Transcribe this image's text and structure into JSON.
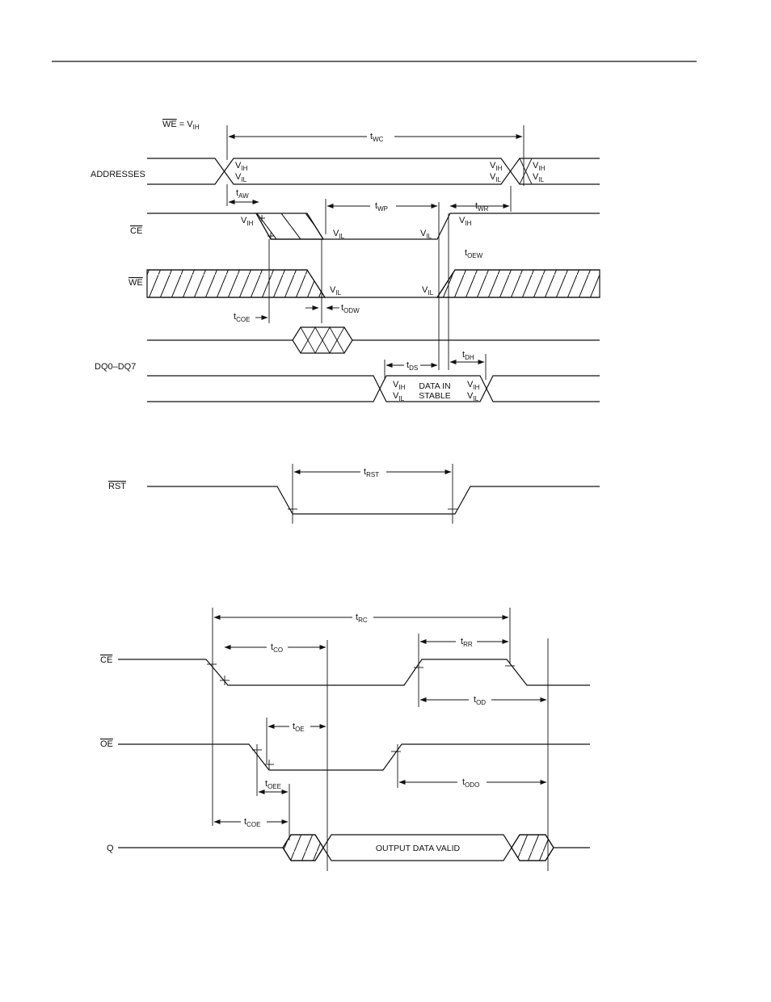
{
  "write_cycle": {
    "condition": {
      "main": "WE",
      "eq": " = V",
      "sub": "IH"
    },
    "signals": {
      "addresses": "ADDRESSES",
      "ce": "CE",
      "we": "WE",
      "dq": "DQ0–DQ7"
    },
    "timing": {
      "twc": {
        "main": "t",
        "sub": "WC"
      },
      "taw": {
        "main": "t",
        "sub": "AW"
      },
      "twp": {
        "main": "t",
        "sub": "WP"
      },
      "twr": {
        "main": "t",
        "sub": "WR"
      },
      "toew": {
        "main": "t",
        "sub": "OEW"
      },
      "tcoe": {
        "main": "t",
        "sub": "COE"
      },
      "todw": {
        "main": "t",
        "sub": "ODW"
      },
      "tds": {
        "main": "t",
        "sub": "DS"
      },
      "tdh": {
        "main": "t",
        "sub": "DH"
      }
    },
    "levels": {
      "vih": {
        "main": "V",
        "sub": "IH"
      },
      "vil": {
        "main": "V",
        "sub": "IL"
      }
    },
    "data_in_line1": "DATA IN",
    "data_in_line2": "STABLE"
  },
  "reset": {
    "signal": "RST",
    "trst": {
      "main": "t",
      "sub": "RST"
    }
  },
  "read_cycle": {
    "signals": {
      "ce": "CE",
      "oe": "OE",
      "q": "Q"
    },
    "timing": {
      "trc": {
        "main": "t",
        "sub": "RC"
      },
      "tco": {
        "main": "t",
        "sub": "CO"
      },
      "trr": {
        "main": "t",
        "sub": "RR"
      },
      "tod": {
        "main": "t",
        "sub": "OD"
      },
      "toe": {
        "main": "t",
        "sub": "OE"
      },
      "todo": {
        "main": "t",
        "sub": "ODO"
      },
      "toee": {
        "main": "t",
        "sub": "OEE"
      },
      "tcoe": {
        "main": "t",
        "sub": "COE"
      }
    },
    "output_label": "OUTPUT DATA VALID"
  }
}
